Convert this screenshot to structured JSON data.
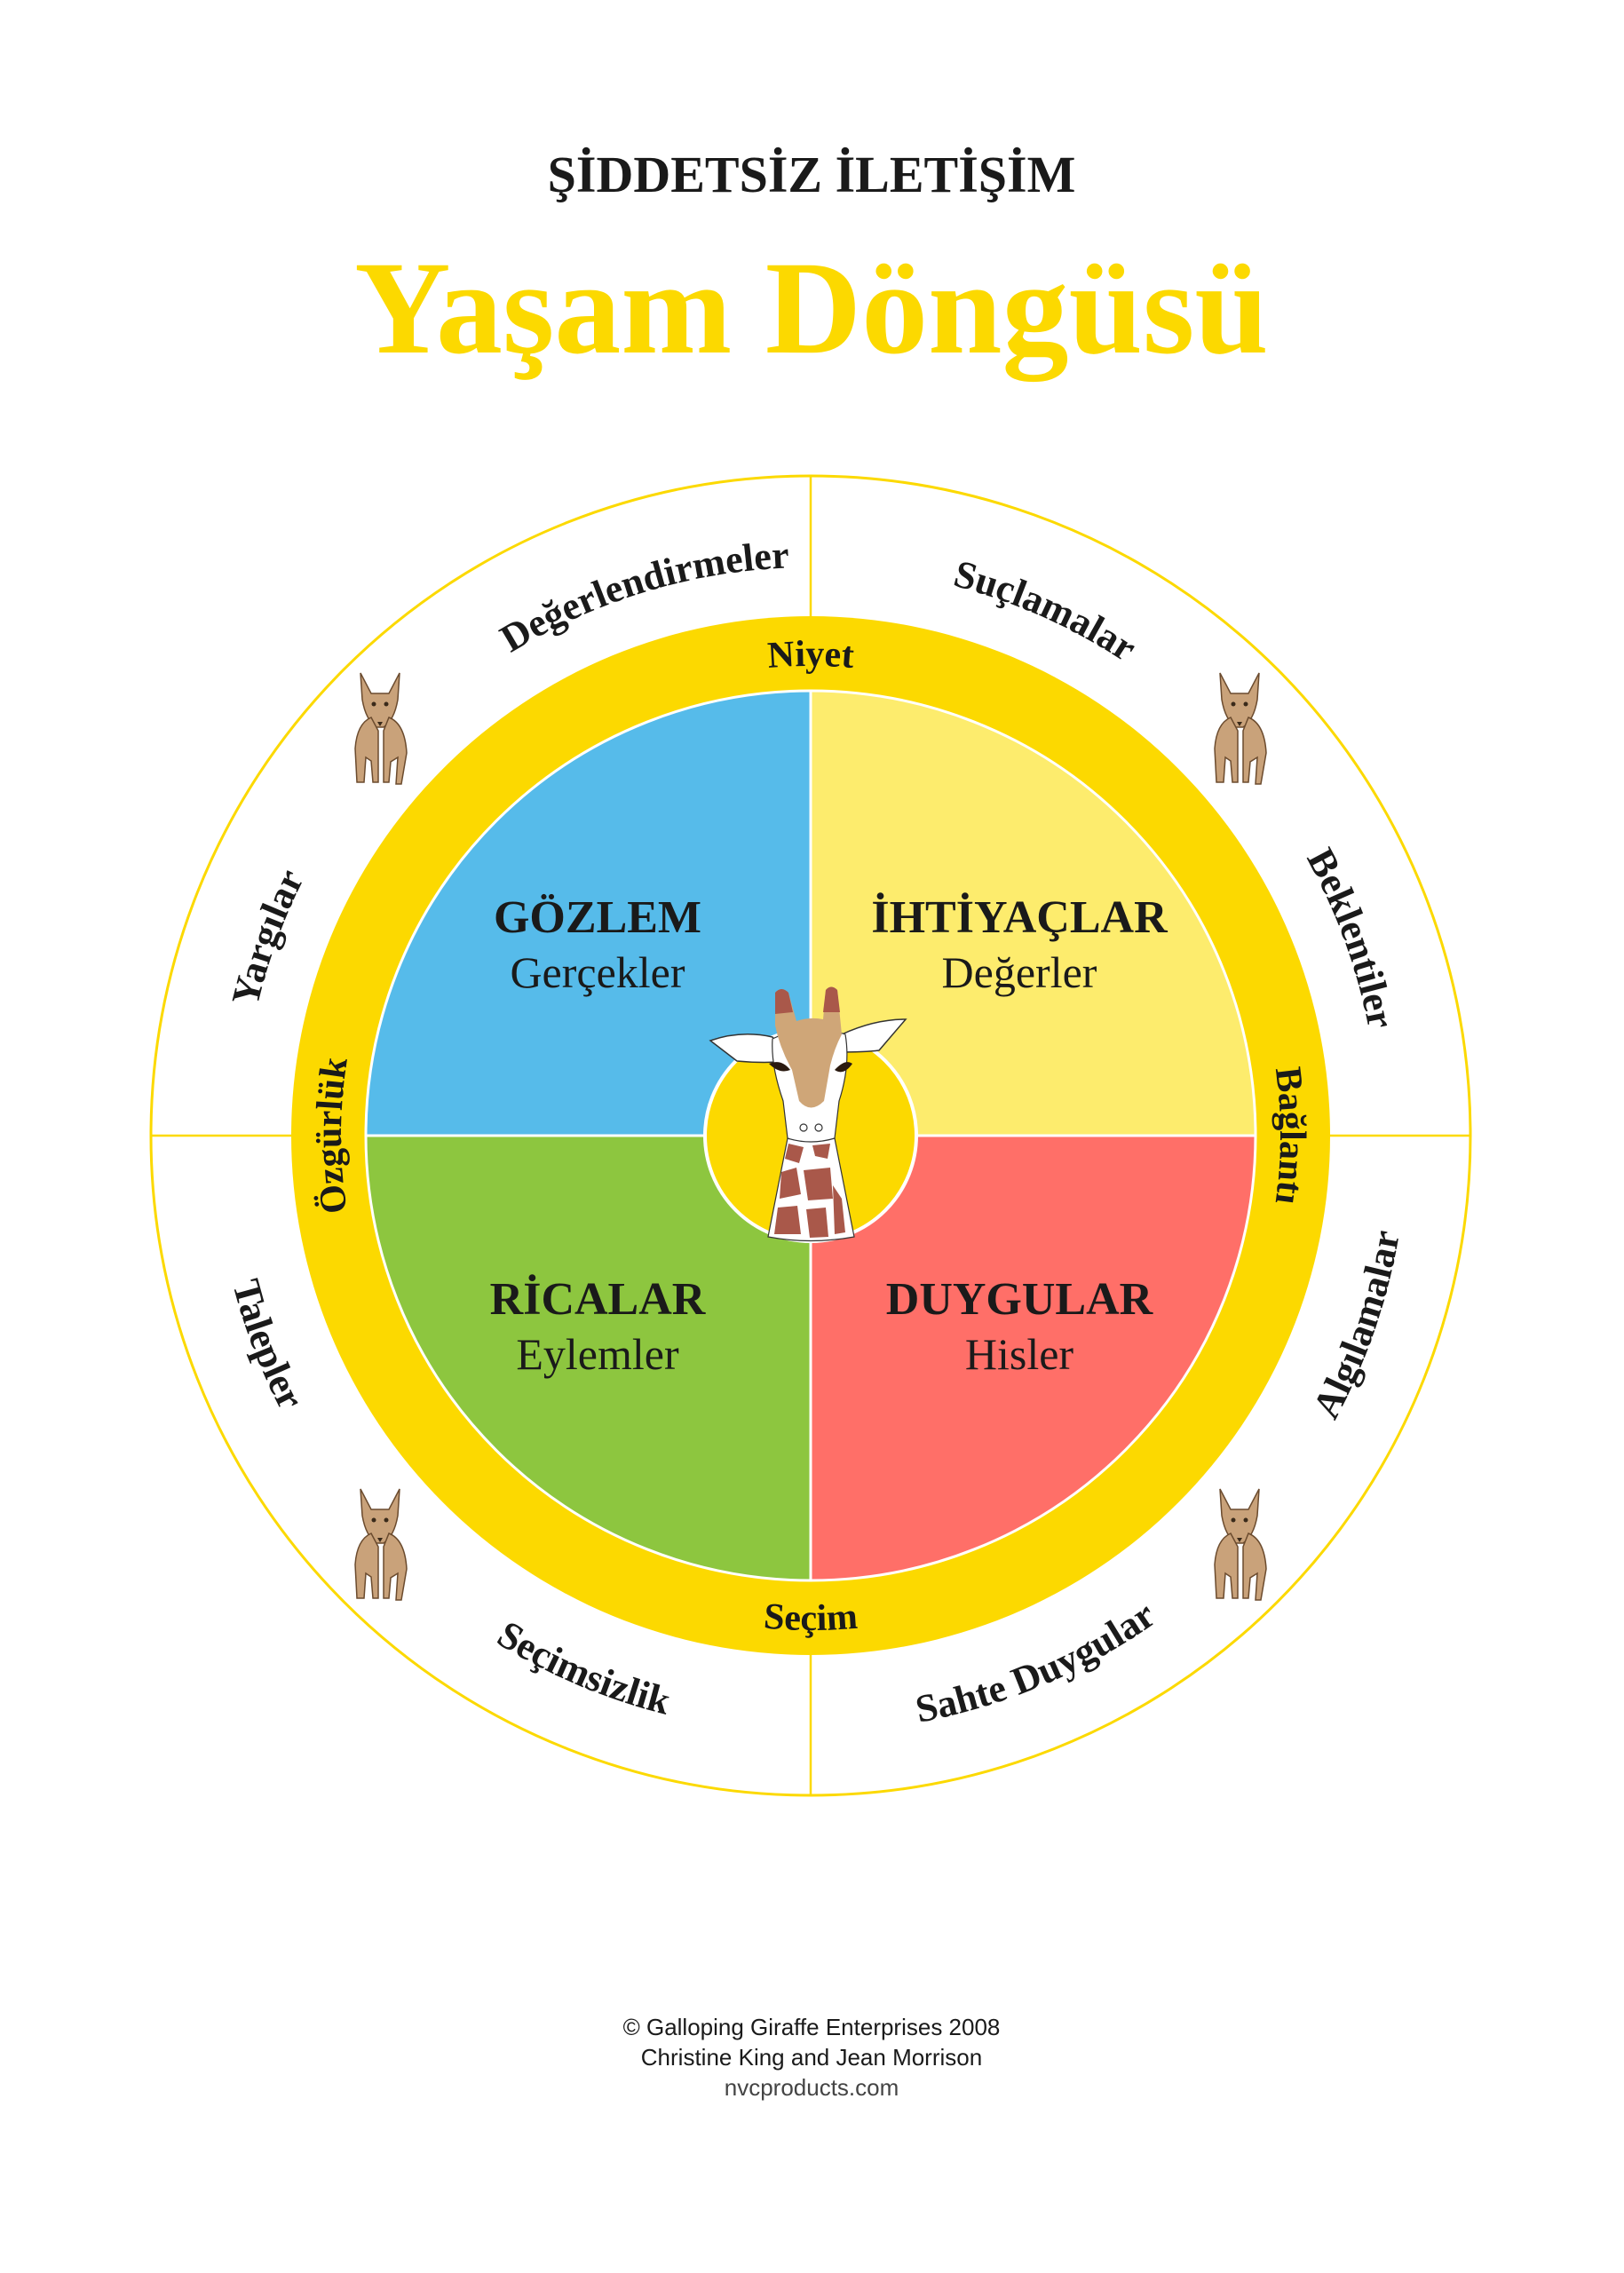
{
  "header": {
    "subtitle": "ŞİDDETSİZ İLETİŞİM",
    "title": "Yaşam Döngüsü"
  },
  "quadrants": [
    {
      "title": "GÖZLEM",
      "subtitle": "Gerçekler",
      "color": "#56bbea"
    },
    {
      "title": "İHTİYAÇLAR",
      "subtitle": "Değerler",
      "color": "#fdec6d"
    },
    {
      "title": "RİCALAR",
      "subtitle": "Eylemler",
      "color": "#8dc63f"
    },
    {
      "title": "DUYGULAR",
      "subtitle": "Hisler",
      "color": "#ff6f68"
    }
  ],
  "ring_labels": [
    "Niyet",
    "Bağlantı",
    "Seçim",
    "Özgürlük"
  ],
  "outer_labels": [
    "Değerlendirmeler",
    "Suçlamalar",
    "Beklentiler",
    "Algılamalar",
    "Sahte Duygular",
    "Seçimsizlik",
    "Talepler",
    "Yargılar"
  ],
  "colors": {
    "ring": "#fcd900",
    "title": "#fcd900",
    "text": "#1a1a1a",
    "jackal": "#c9a27a"
  },
  "footer": {
    "copyright": "© Galloping Giraffe Enterprises 2008",
    "authors": "Christine King and Jean Morrison",
    "website": "nvcproducts.com"
  }
}
